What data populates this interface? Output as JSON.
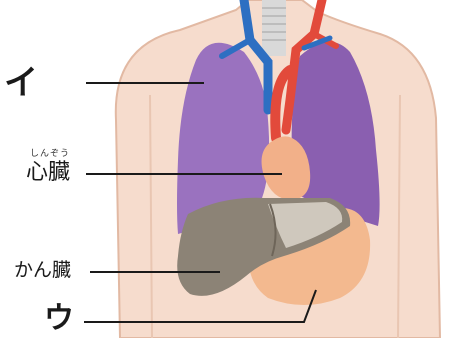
{
  "labels": {
    "label_i": "イ",
    "label_heart": "心臓",
    "label_heart_ruby": "しんぞう",
    "label_liver": "かん臓",
    "label_u": "ウ"
  },
  "colors": {
    "skin": "#f6dccd",
    "skin_outline": "#e2b9a3",
    "lung": "#9a72bf",
    "lung_dark": "#8a5fb0",
    "heart": "#f2b089",
    "liver": "#8c8376",
    "liver_light": "#cfc8bd",
    "stomach": "#f3b98f",
    "artery": "#e24a3b",
    "vein": "#2d6fc2",
    "trachea": "#d9d9d9"
  }
}
